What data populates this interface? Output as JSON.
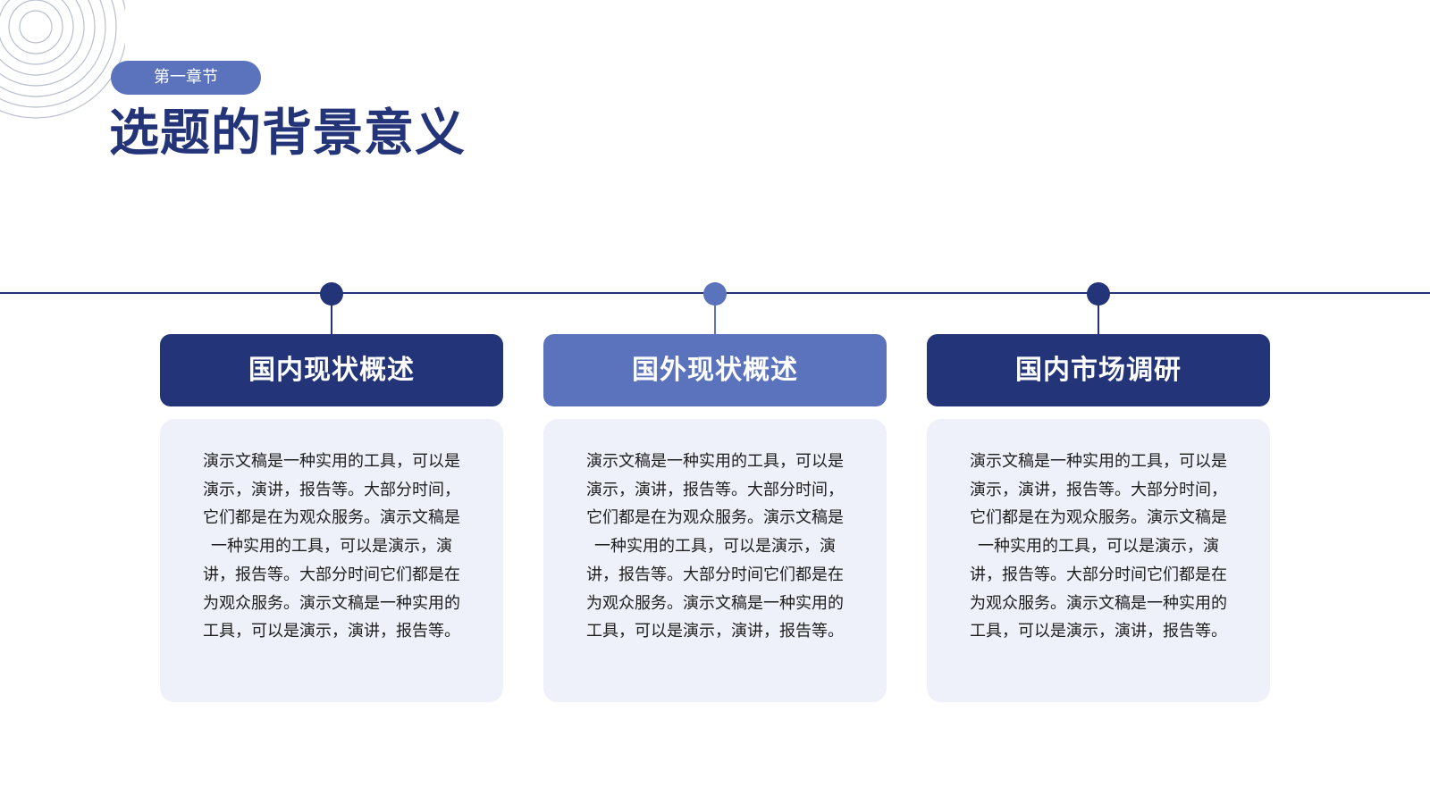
{
  "header": {
    "chapter_label": "第一章节",
    "title": "选题的背景意义"
  },
  "colors": {
    "primary": "#243479",
    "accent": "#5b72bd",
    "card_bg": "#eef1fa",
    "text": "#1e1e1e"
  },
  "cards": [
    {
      "title": "国内现状概述",
      "style": "primary",
      "body": "演示文稿是一种实用的工具，可以是演示，演讲，报告等。大部分时间，它们都是在为观众服务。演示文稿是一种实用的工具，可以是演示，演讲，报告等。大部分时间它们都是在为观众服务。演示文稿是一种实用的工具，可以是演示，演讲，报告等。"
    },
    {
      "title": "国外现状概述",
      "style": "accent",
      "body": "演示文稿是一种实用的工具，可以是演示，演讲，报告等。大部分时间，它们都是在为观众服务。演示文稿是一种实用的工具，可以是演示，演讲，报告等。大部分时间它们都是在为观众服务。演示文稿是一种实用的工具，可以是演示，演讲，报告等。"
    },
    {
      "title": "国内市场调研",
      "style": "primary",
      "body": "演示文稿是一种实用的工具，可以是演示，演讲，报告等。大部分时间，它们都是在为观众服务。演示文稿是一种实用的工具，可以是演示，演讲，报告等。大部分时间它们都是在为观众服务。演示文稿是一种实用的工具，可以是演示，演讲，报告等。"
    }
  ]
}
